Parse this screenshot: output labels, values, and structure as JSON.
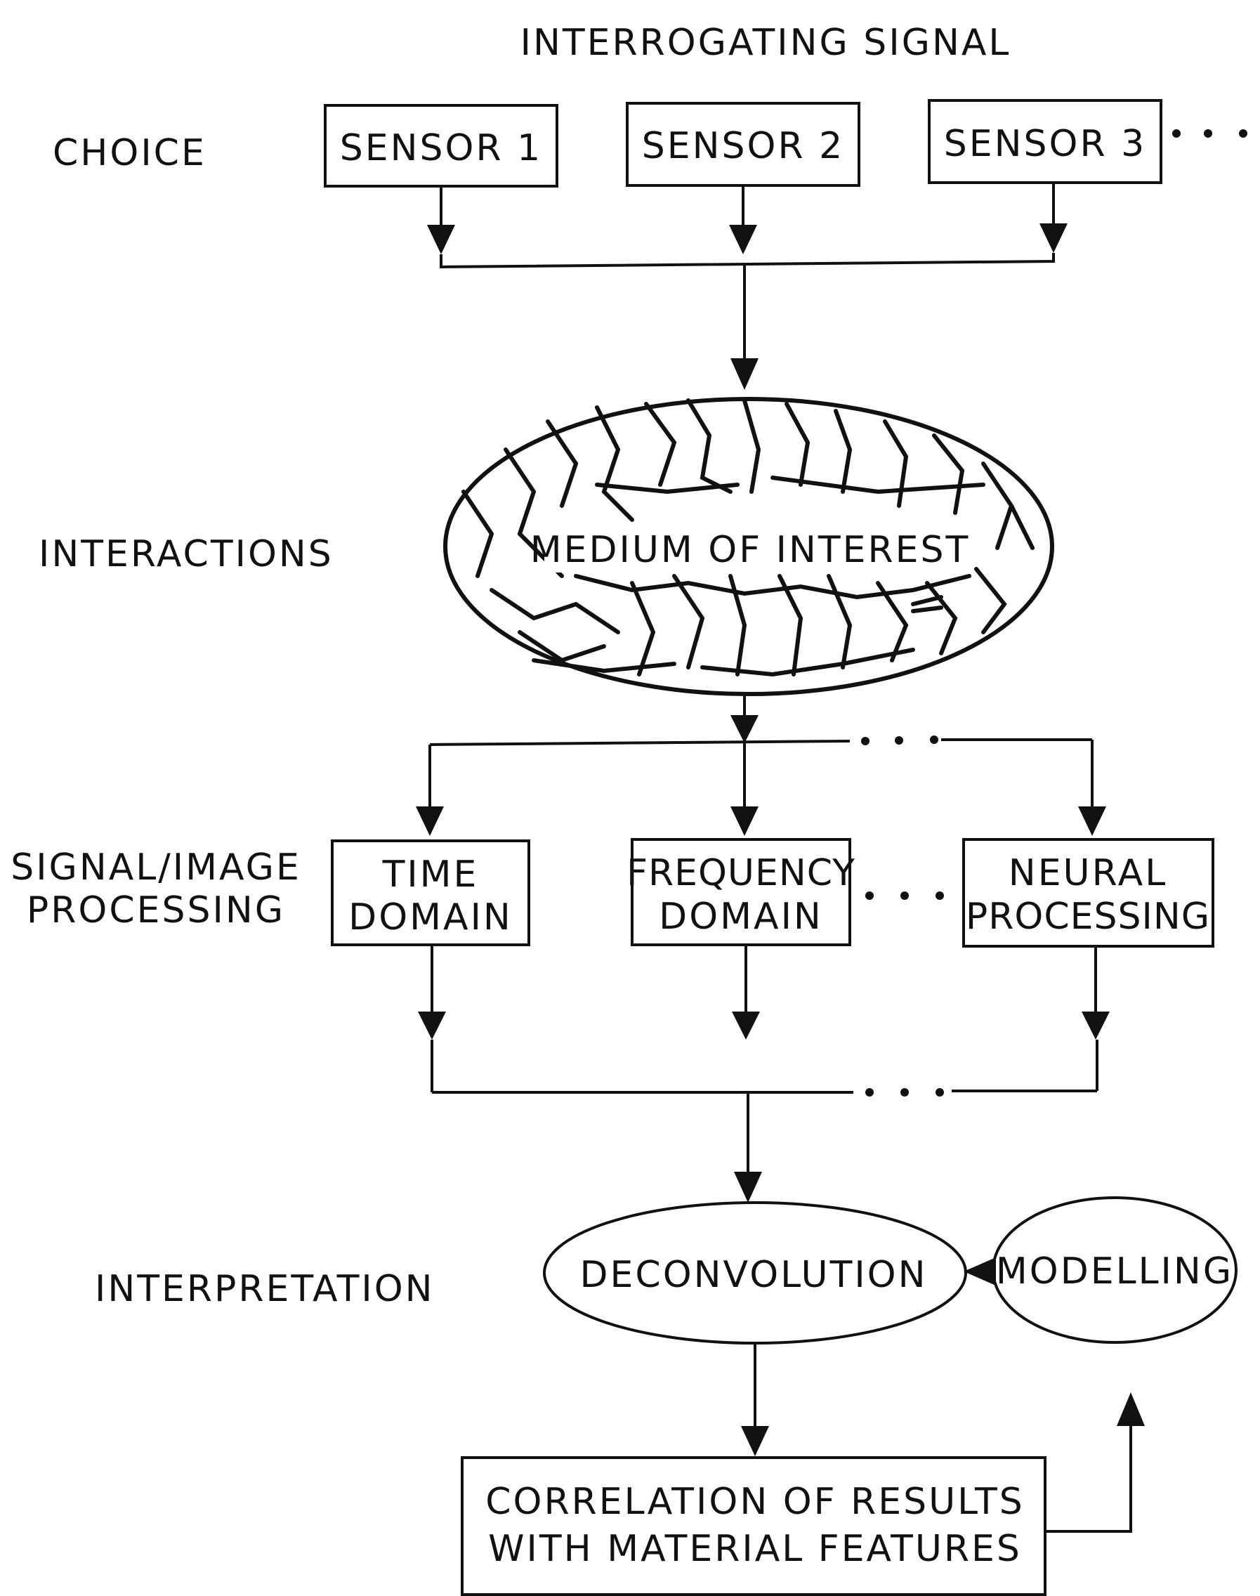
{
  "header": {
    "title": "INTERROGATING SIGNAL"
  },
  "stages": {
    "choice": "CHOICE",
    "interactions": "INTERACTIONS",
    "processing_line1": "SIGNAL/IMAGE",
    "processing_line2": "PROCESSING",
    "interpretation": "INTERPRETATION"
  },
  "sensors": [
    "SENSOR 1",
    "SENSOR 2",
    "SENSOR 3"
  ],
  "medium": {
    "label": "MEDIUM OF INTEREST"
  },
  "processing": [
    {
      "line1": "TIME",
      "line2": "DOMAIN"
    },
    {
      "line1": "FREQUENCY",
      "line2": "DOMAIN"
    },
    {
      "line1": "NEURAL",
      "line2": "PROCESSING"
    }
  ],
  "interpretation": {
    "deconvolution": "DECONVOLUTION",
    "modelling": "MODELLING",
    "correlation_line1": "CORRELATION OF RESULTS",
    "correlation_line2": "WITH MATERIAL FEATURES"
  },
  "colors": {
    "ink": "#111111",
    "paper": "#ffffff"
  }
}
